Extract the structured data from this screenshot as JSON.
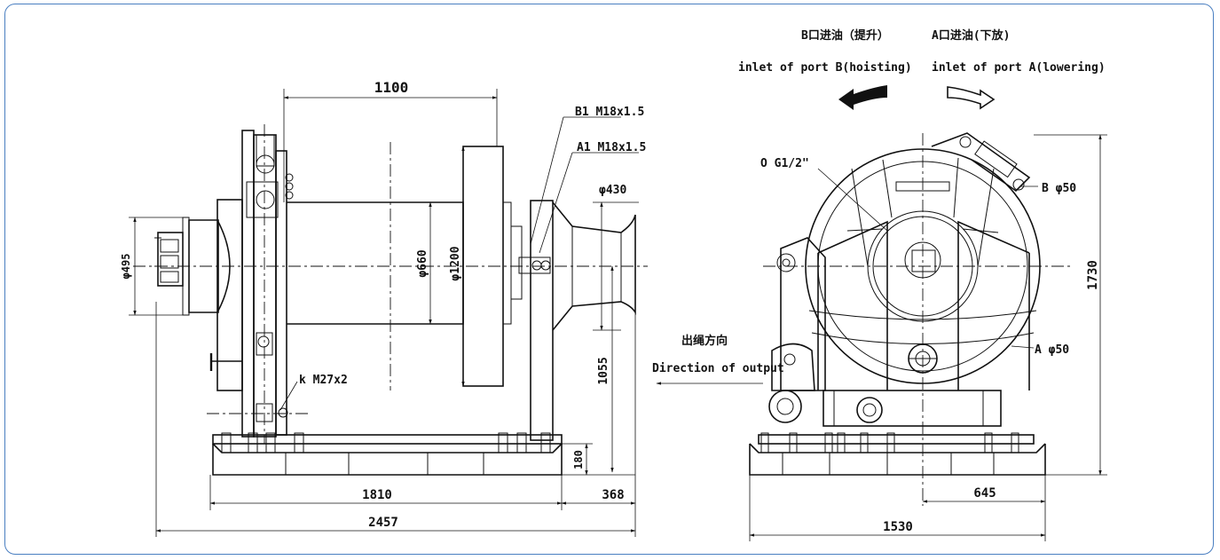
{
  "side_view": {
    "dim_drum_length": "1100",
    "port_b1": "B1 M18x1.5",
    "port_a1": "A1 M18x1.5",
    "dia_motor": "φ495",
    "dia_drum": "φ660",
    "dia_flange": "φ1200",
    "dia_capstan": "φ430",
    "port_k": "k M27x2",
    "dim_height": "1055",
    "dim_base_height": "180",
    "dim_base_length": "1810",
    "dim_overhang": "368",
    "dim_total_length": "2457"
  },
  "front_view": {
    "label_b_cn": "B口进油（提升）",
    "label_a_cn": "A口进油(下放)",
    "label_b_en": "inlet of port B(hoisting)",
    "label_a_en": "inlet of port A(lowering)",
    "port_o": "O G1/2\"",
    "port_b": "B φ50",
    "port_a": "A φ50",
    "dim_total_height": "1730",
    "output_cn": "出绳方向",
    "output_en": "Direction of output",
    "dim_half_width": "645",
    "dim_total_width": "1530"
  }
}
